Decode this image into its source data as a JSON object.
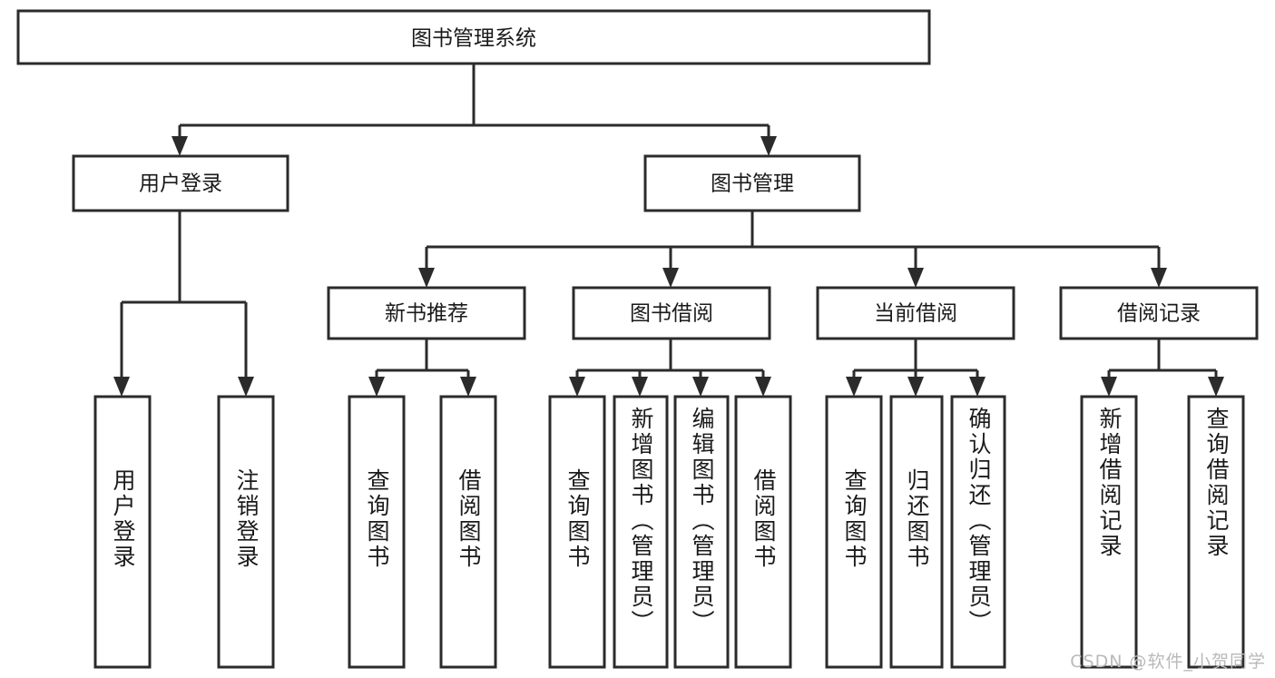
{
  "diagram": {
    "type": "tree-hierarchy-chart",
    "title": "图书管理系统",
    "watermark": "CSDN @软件_小贺同学",
    "colors": {
      "background": "#ffffff",
      "box_stroke": "#2b2b2b",
      "box_fill": "#ffffff",
      "text": "#1a1a1a",
      "watermark": "#b9b9b9"
    },
    "levels": {
      "root": {
        "label": "图书管理系统",
        "orientation": "horizontal"
      },
      "level2": [
        {
          "label": "用户登录",
          "orientation": "horizontal"
        },
        {
          "label": "图书管理",
          "orientation": "horizontal"
        }
      ],
      "level3": [
        {
          "label": "新书推荐",
          "orientation": "horizontal",
          "parent": "图书管理"
        },
        {
          "label": "图书借阅",
          "orientation": "horizontal",
          "parent": "图书管理"
        },
        {
          "label": "当前借阅",
          "orientation": "horizontal",
          "parent": "图书管理"
        },
        {
          "label": "借阅记录",
          "orientation": "horizontal",
          "parent": "图书管理"
        }
      ],
      "leaves": [
        {
          "label": "用户登录",
          "orientation": "vertical",
          "parent": "用户登录"
        },
        {
          "label": "注销登录",
          "orientation": "vertical",
          "parent": "用户登录"
        },
        {
          "label": "查询图书",
          "orientation": "vertical",
          "parent": "新书推荐"
        },
        {
          "label": "借阅图书",
          "orientation": "vertical",
          "parent": "新书推荐"
        },
        {
          "label": "查询图书",
          "orientation": "vertical",
          "parent": "图书借阅"
        },
        {
          "label": "新增图书（管理员）",
          "orientation": "vertical",
          "parent": "图书借阅"
        },
        {
          "label": "编辑图书（管理员）",
          "orientation": "vertical",
          "parent": "图书借阅"
        },
        {
          "label": "借阅图书",
          "orientation": "vertical",
          "parent": "图书借阅"
        },
        {
          "label": "查询图书",
          "orientation": "vertical",
          "parent": "当前借阅"
        },
        {
          "label": "归还图书",
          "orientation": "vertical",
          "parent": "当前借阅"
        },
        {
          "label": "确认归还（管理员）",
          "orientation": "vertical",
          "parent": "当前借阅"
        },
        {
          "label": "新增借阅记录",
          "orientation": "vertical",
          "parent": "借阅记录"
        },
        {
          "label": "查询借阅记录",
          "orientation": "vertical",
          "parent": "借阅记录"
        }
      ]
    }
  }
}
